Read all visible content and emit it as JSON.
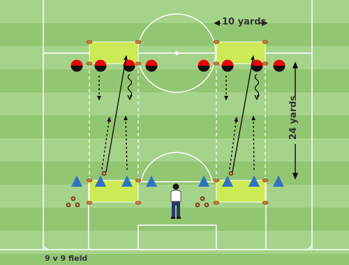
{
  "labels": {
    "ten_yards": "10 yards",
    "twenty_four_yards": "24 yards",
    "field_name": "9 v 9 field"
  },
  "colors": {
    "grass_light": "#a6d38a",
    "grass_dark": "#93c672",
    "lines": "#ffffff",
    "zone": "#ccea55",
    "red_team": "#e8000d",
    "blue_team": "#2f72c4",
    "cone": "#c9752f"
  },
  "icons": [
    "red-player-icon",
    "blue-player-icon",
    "cone-icon",
    "ball-icon",
    "coach-icon",
    "arrow-icon"
  ]
}
